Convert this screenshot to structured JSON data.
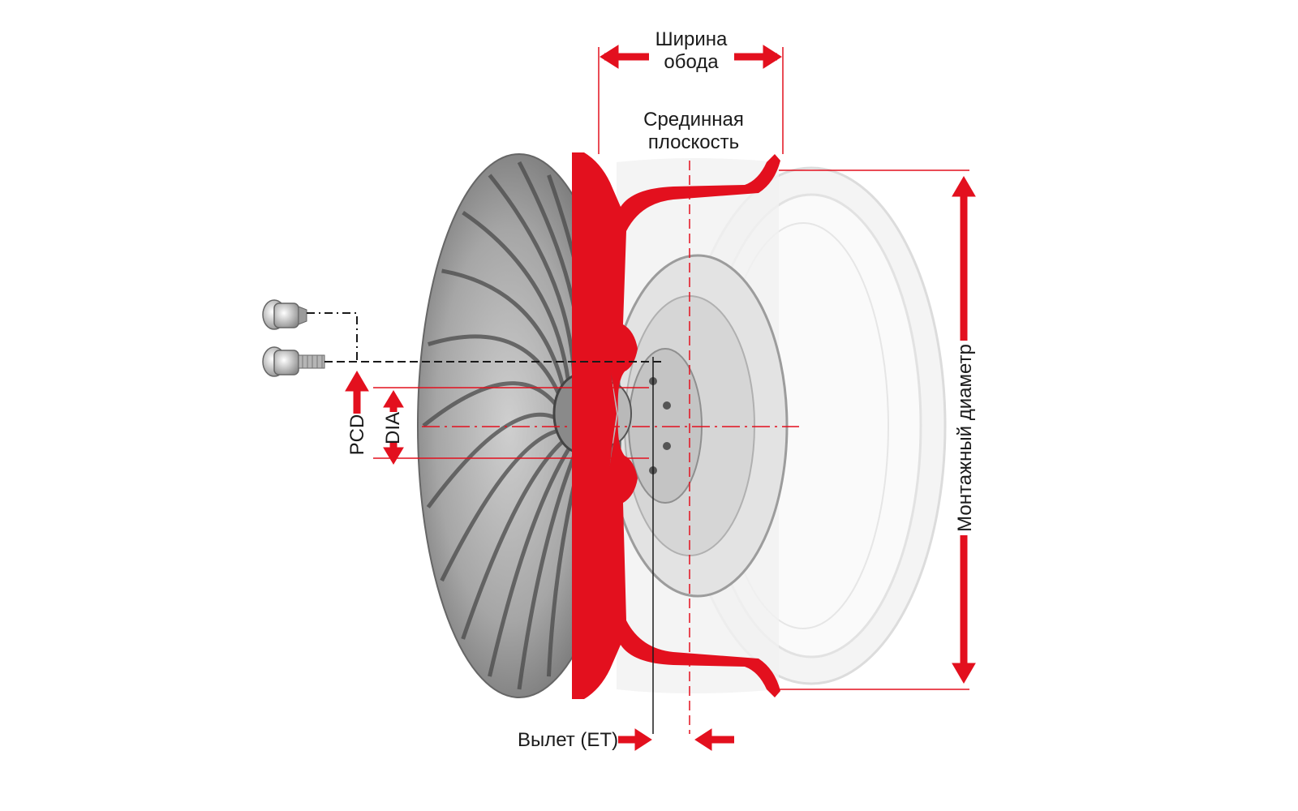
{
  "labels": {
    "rim_width": [
      "Ширина",
      "обода"
    ],
    "center_plane": [
      "Срединная",
      "плоскость"
    ],
    "mounting_diameter": "Монтажный диаметр",
    "pcd": "PCD",
    "dia": "DIA",
    "offset": "Вылет (ET)"
  },
  "colors": {
    "accent": "#e3101e",
    "wheel_face": "#9a9a9a",
    "wheel_dark": "#5f5f5f",
    "rim_back": "#eeeeee",
    "line": "#1a1a1a"
  },
  "icons": [
    "lug-nut-icon",
    "lug-bolt-icon"
  ]
}
